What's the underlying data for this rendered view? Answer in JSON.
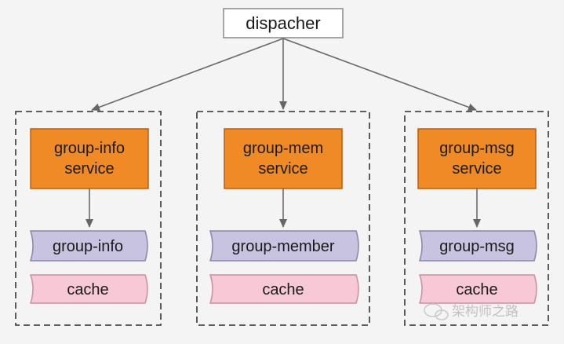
{
  "dispatcher": {
    "label": "dispacher"
  },
  "groups": [
    {
      "service_line1": "group-info",
      "service_line2": "service",
      "store": "group-info",
      "cache": "cache"
    },
    {
      "service_line1": "group-mem",
      "service_line2": "service",
      "store": "group-member",
      "cache": "cache"
    },
    {
      "service_line1": "group-msg",
      "service_line2": "service",
      "store": "group-msg",
      "cache": "cache"
    }
  ],
  "watermark": {
    "text": "架构师之路"
  },
  "colors": {
    "service_fill": "#f08a24",
    "service_border": "#b85f10",
    "store_fill": "#c8c3e0",
    "store_border": "#8a84ad",
    "cache_fill": "#f7c9d6",
    "cache_border": "#c98fa0",
    "arrow": "#606060",
    "dashed_border": "#444444"
  }
}
